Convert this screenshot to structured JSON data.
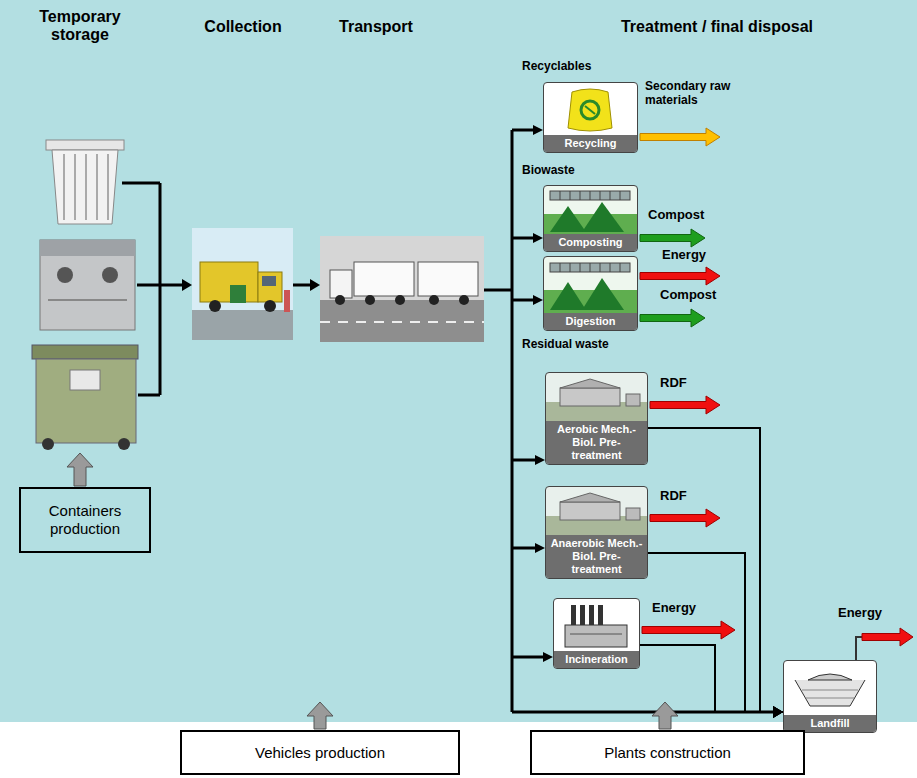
{
  "diagram": {
    "nodes": [
      {
        "text": [
          "Recycling"
        ]
      },
      {
        "text": [
          "Composting"
        ]
      },
      {
        "text": [
          "Digestion"
        ]
      },
      {
        "text": [
          "Aerobic Mech.-Biol. Pre-treatment"
        ]
      },
      {
        "text": [
          "Anaerobic Mech.-Biol. Pre-treatment"
        ]
      },
      {
        "text": [
          "Containers production"
        ]
      },
      {
        "text": [
          "Incineration"
        ]
      },
      {
        "text": [
          "Landfill"
        ]
      },
      {
        "text": [
          "Vehicles production"
        ]
      },
      {
        "text": [
          "Plants construction"
        ]
      }
    ],
    "edges": [
      {
        "from": 3,
        "to": 7,
        "arrow": "to"
      },
      {
        "from": 4,
        "to": 7,
        "arrow": "to"
      },
      {
        "from": 6,
        "to": 7,
        "arrow": "to"
      }
    ],
    "labels": [
      "Temporary storage",
      "Collection",
      "Transport",
      "Treatment / final disposal",
      "Recyclables",
      "Secondary raw materials",
      "Biowaste",
      "Compost",
      "Energy",
      "Compost",
      "Residual waste",
      "RDF",
      "RDF",
      "Energy",
      "Energy"
    ]
  }
}
